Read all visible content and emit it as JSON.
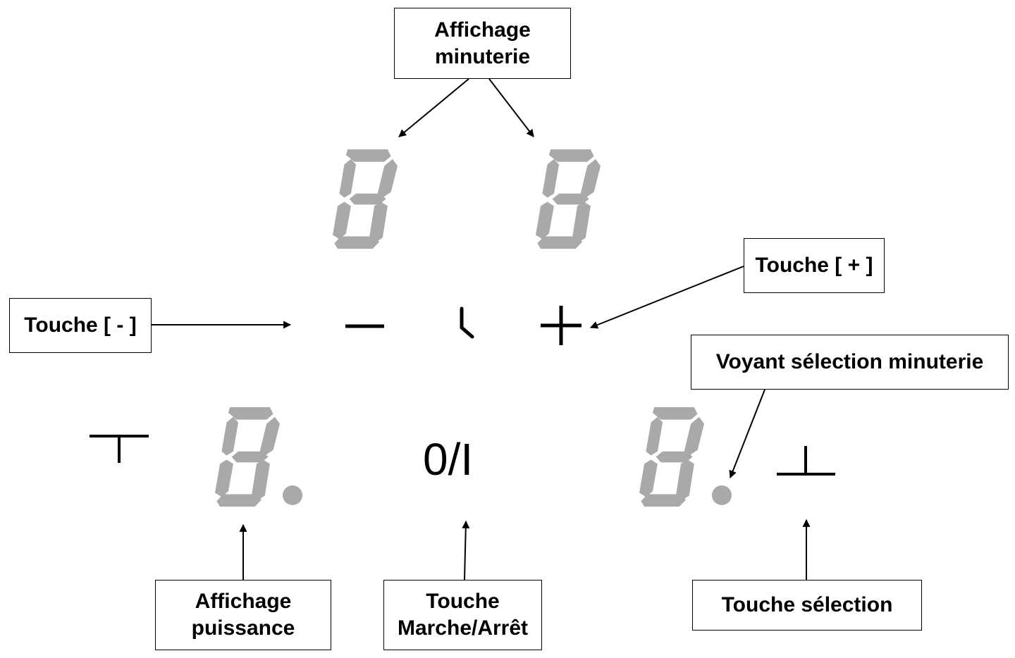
{
  "labels": {
    "timer_display": [
      "Affichage",
      "minuterie"
    ],
    "minus_key": "Touche [ - ]",
    "plus_key": "Touche [ + ]",
    "timer_led": "Voyant sélection minuterie",
    "power_display": [
      "Affichage",
      "puissance"
    ],
    "onoff_key": [
      "Touche",
      "Marche/Arrêt"
    ],
    "select_key": "Touche sélection"
  },
  "panel": {
    "onoff_symbol": "0/I",
    "digit_value": "8",
    "segment_color": "#a9a9a9",
    "line_color": "#000000"
  }
}
